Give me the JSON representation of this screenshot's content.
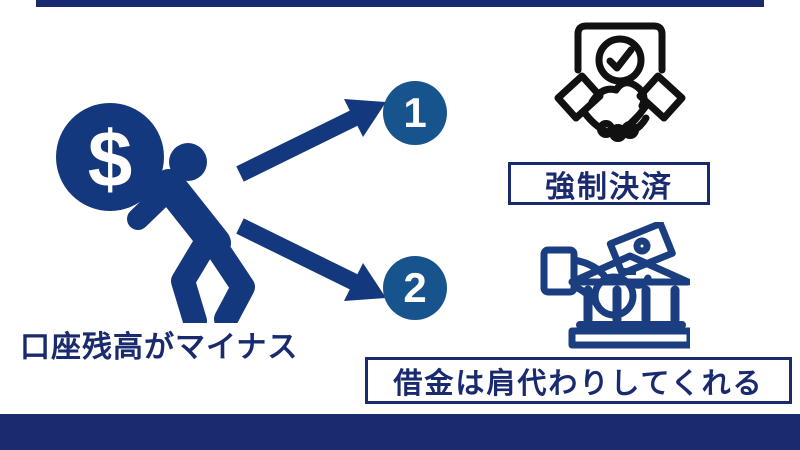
{
  "colors": {
    "background": "#FFFFFF",
    "navy_dark": "#1A2A6E",
    "icon_navy": "#14387E",
    "badge_blue": "#17548E",
    "bank_icon_navy": "#1B3E80",
    "handshake_black": "#111111",
    "badge_number_color": "#FFFFFF"
  },
  "diagram": {
    "source": {
      "label": "口座残高がマイナス",
      "icon": "person-carrying-money-bag-icon",
      "money_symbol": "$"
    },
    "branches": [
      {
        "number": "1",
        "label": "強制決済",
        "icon": "handshake-agreement-icon"
      },
      {
        "number": "2",
        "label": "借金は肩代わりしてくれる",
        "icon": "hand-money-bank-icon"
      }
    ]
  }
}
